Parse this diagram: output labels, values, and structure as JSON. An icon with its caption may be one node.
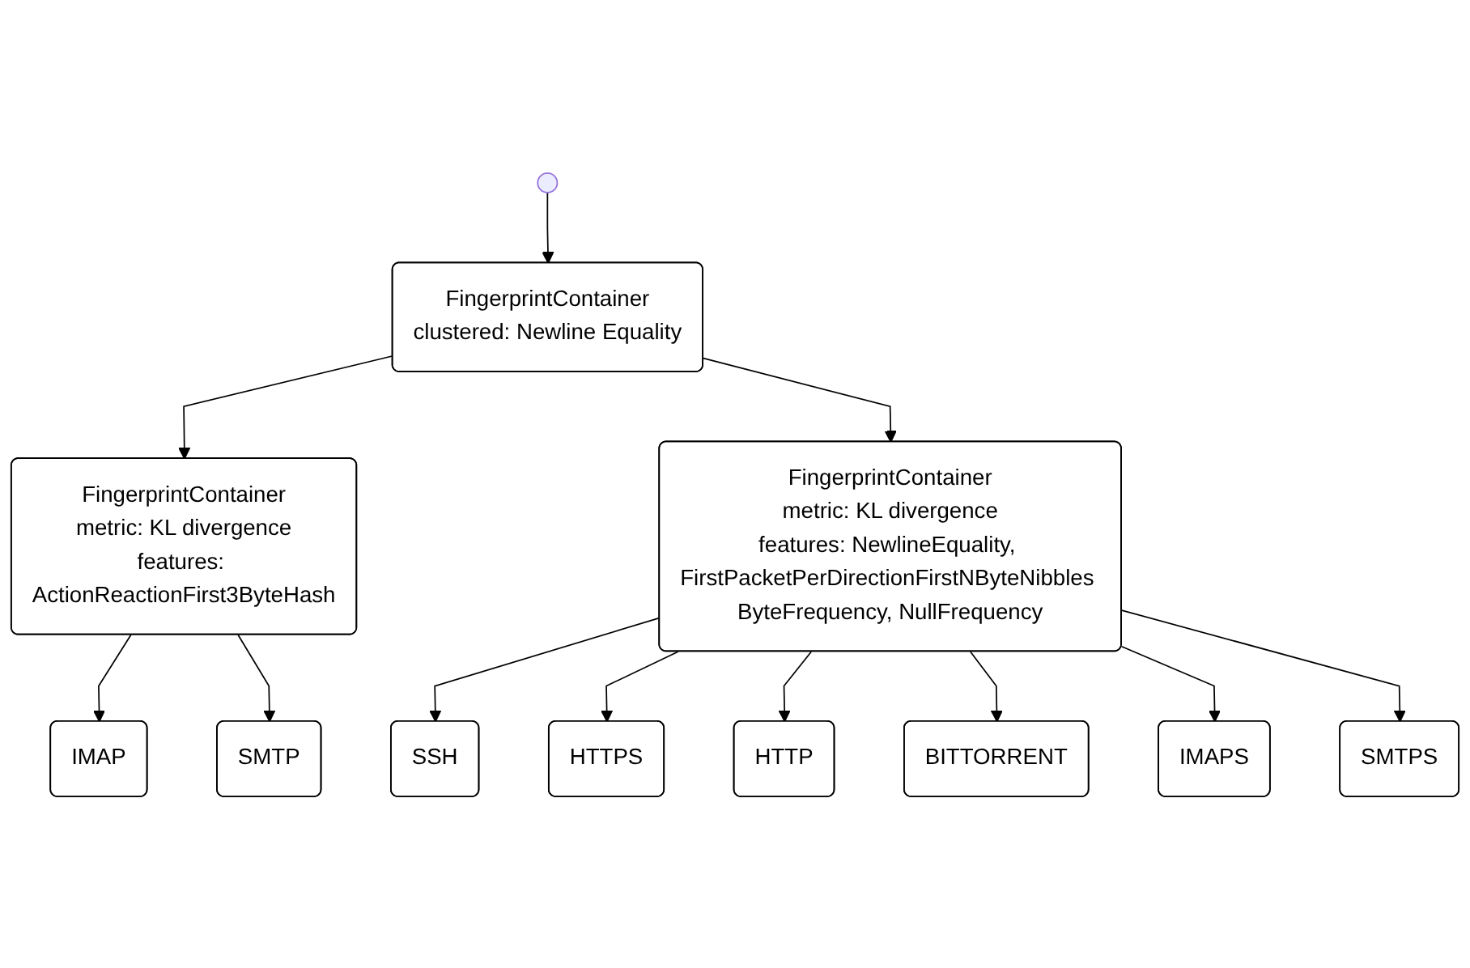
{
  "diagram": {
    "nodes": [
      {
        "text": [],
        "shape": "circle"
      },
      {
        "text": [
          "FingerprintContainer",
          "clustered: Newline Equality"
        ]
      },
      {
        "text": [
          "FingerprintContainer",
          "metric: KL divergence",
          "features: ActionReactionFirst3ByteHash"
        ]
      },
      {
        "text": [
          "FingerprintContainer",
          "metric: KL divergence",
          "features: NewlineEquality, FirstPacketPerDirectionFirstNByteNibbles ByteFrequency, NullFrequency"
        ]
      },
      {
        "text": [
          "IMAP"
        ]
      },
      {
        "text": [
          "SMTP"
        ]
      },
      {
        "text": [
          "SSH"
        ]
      },
      {
        "text": [
          "HTTPS"
        ]
      },
      {
        "text": [
          "HTTP"
        ]
      },
      {
        "text": [
          "BITTORRENT"
        ]
      },
      {
        "text": [
          "IMAPS"
        ]
      },
      {
        "text": [
          "SMTPS"
        ]
      }
    ],
    "edges": [
      {
        "from": 0,
        "to": 1,
        "arrow": "to"
      },
      {
        "from": 1,
        "to": 2,
        "arrow": "to"
      },
      {
        "from": 1,
        "to": 3,
        "arrow": "to"
      },
      {
        "from": 2,
        "to": 4,
        "arrow": "to"
      },
      {
        "from": 2,
        "to": 5,
        "arrow": "to"
      },
      {
        "from": 3,
        "to": 6,
        "arrow": "to"
      },
      {
        "from": 3,
        "to": 7,
        "arrow": "to"
      },
      {
        "from": 3,
        "to": 8,
        "arrow": "to"
      },
      {
        "from": 3,
        "to": 9,
        "arrow": "to"
      },
      {
        "from": 3,
        "to": 10,
        "arrow": "to"
      },
      {
        "from": 3,
        "to": 11,
        "arrow": "to"
      }
    ]
  }
}
